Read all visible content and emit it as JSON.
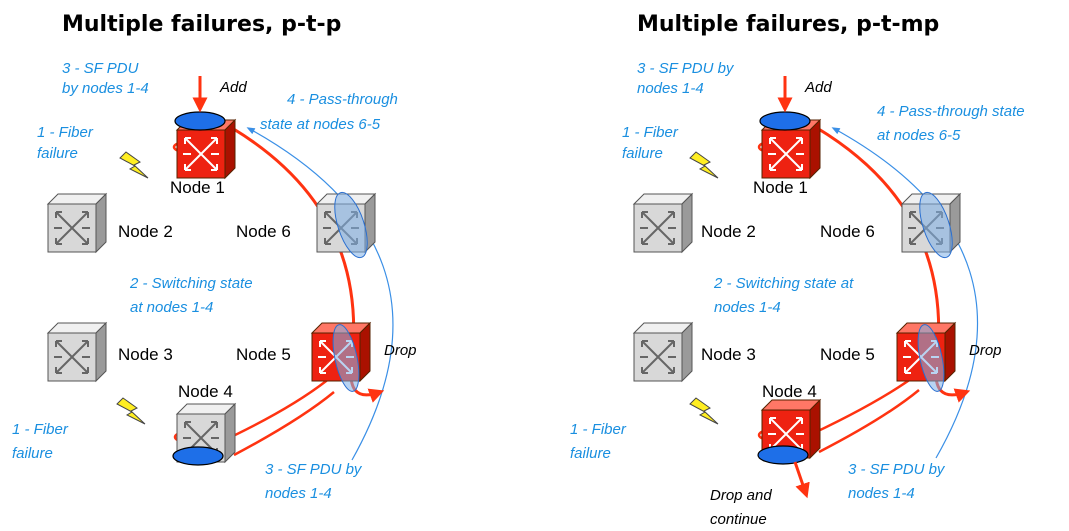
{
  "colors": {
    "accent_red": "#ff3311",
    "annotation_blue": "#1a8fe0",
    "switch_gray": "#dcdcdc",
    "switch_red": "#ee2211",
    "ellipse_blue": "#1e6fe8",
    "bolt_yellow": "#ffee22"
  },
  "panels": [
    {
      "title": "Multiple failures, p-t-p",
      "nodes": {
        "n1": "Node 1",
        "n2": "Node 2",
        "n3": "Node 3",
        "n4": "Node 4",
        "n5": "Node 5",
        "n6": "Node 6"
      },
      "labels": {
        "add": "Add",
        "drop": "Drop"
      },
      "annotations": {
        "sf_top": [
          "3 - SF PDU",
          "by nodes 1-4"
        ],
        "pass": [
          "4 - Pass-through",
          "state at nodes 6-5"
        ],
        "fiber_top": [
          "1 - Fiber",
          "failure"
        ],
        "switching": [
          "2 - Switching state",
          "at nodes 1-4"
        ],
        "fiber_bottom": [
          "1 - Fiber",
          "failure"
        ],
        "sf_bottom": [
          "3 - SF PDU by",
          "nodes 1-4"
        ]
      }
    },
    {
      "title": "Multiple failures, p-t-mp",
      "nodes": {
        "n1": "Node 1",
        "n2": "Node 2",
        "n3": "Node 3",
        "n4": "Node 4",
        "n5": "Node 5",
        "n6": "Node 6"
      },
      "labels": {
        "add": "Add",
        "drop": "Drop",
        "drop_continue": [
          "Drop and",
          "continue"
        ]
      },
      "annotations": {
        "sf_top": [
          "3 - SF PDU by",
          "nodes 1-4"
        ],
        "pass": [
          "4 - Pass-through state",
          "at nodes 6-5"
        ],
        "fiber_top": [
          "1 - Fiber",
          "failure"
        ],
        "switching": [
          "2 - Switching state at",
          "nodes 1-4"
        ],
        "fiber_bottom": [
          "1 - Fiber",
          "failure"
        ],
        "sf_bottom": [
          "3 - SF PDU by",
          "nodes 1-4"
        ]
      }
    }
  ]
}
